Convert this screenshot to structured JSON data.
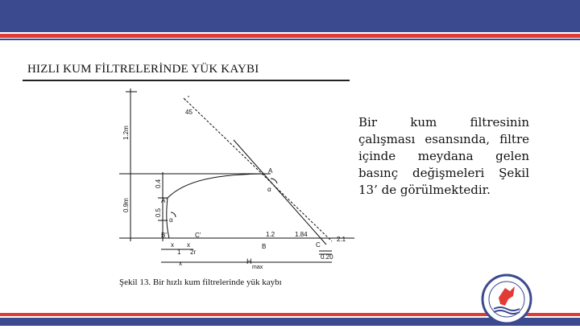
{
  "slide": {
    "title": "HIZLI KUM FİLTRELERİNDE YÜK KAYBI",
    "body": "Bir kum filtresinin çalışması esansında, filtre içinde meydana gelen basınç değişmeleri Şekil 13’ de görülmektedir.",
    "caption": "Şekil 13. Bir hızlı kum filtrelerinde yük kaybı"
  },
  "figure": {
    "dim_1_2m": "1.2m",
    "dim_0_9m": "0.9m",
    "dim_0_4": "0.4",
    "dim_0_5": "0.5",
    "angle_45": "45",
    "point_A": "A",
    "point_A_prime": "A'",
    "point_B": "B",
    "point_B_prime": "B'",
    "point_C": "C",
    "point_C_prime": "C'",
    "alpha_1": "α",
    "alpha_2": "α",
    "val_1_2": "1.2",
    "val_1_84": "1.84",
    "val_2_1": "2.1",
    "val_0_20": "0.20",
    "x_label_1": "x",
    "x_label_2": "x",
    "one_label": "1",
    "two_r_label": "2r",
    "x_bottom": "x",
    "h_max": "H",
    "h_max_sub": "max"
  },
  "colors": {
    "navy": "#3b4a8e",
    "red": "#e23a35"
  }
}
